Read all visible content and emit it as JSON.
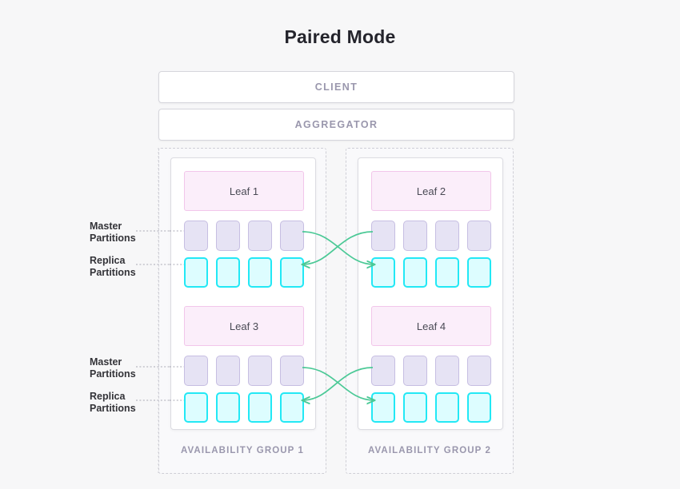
{
  "page": {
    "title": "Paired Mode",
    "background_color": "#f7f7f8"
  },
  "colors": {
    "title_text": "#24242c",
    "bar_text": "#9a97ad",
    "bar_fill": "#ffffff",
    "bar_border": "#d6d6dc",
    "group_border": "#cfcfd6",
    "group_label_text": "#9a97ad",
    "panel_fill": "#ffffff",
    "panel_border": "#dcdce2",
    "leaf_fill": "#fbeefa",
    "leaf_border": "#f2c6ea",
    "leaf_text": "#4a4a55",
    "master_fill": "#e6e3f4",
    "master_border": "#c6bee2",
    "replica_fill": "#ddfdff",
    "replica_border": "#22e8f5",
    "arrow": "#4bc996",
    "leader_line": "#a9a9b4",
    "annotation_text": "#333338"
  },
  "top_bars": [
    {
      "id": "client",
      "label": "CLIENT"
    },
    {
      "id": "aggregator",
      "label": "AGGREGATOR"
    }
  ],
  "annotations": [
    {
      "id": "master-top",
      "line1": "Master",
      "line2": "Partitions"
    },
    {
      "id": "replica-top",
      "line1": "Replica",
      "line2": "Partitions"
    },
    {
      "id": "master-bot",
      "line1": "Master",
      "line2": "Partitions"
    },
    {
      "id": "replica-bot",
      "line1": "Replica",
      "line2": "Partitions"
    }
  ],
  "availability_groups": [
    {
      "id": "ag1",
      "label": "AVAILABILITY GROUP 1",
      "leaves": [
        {
          "id": "leaf1",
          "label": "Leaf 1",
          "master_partitions": 4,
          "replica_partitions": 4
        },
        {
          "id": "leaf3",
          "label": "Leaf 3",
          "master_partitions": 4,
          "replica_partitions": 4
        }
      ]
    },
    {
      "id": "ag2",
      "label": "AVAILABILITY GROUP 2",
      "leaves": [
        {
          "id": "leaf2",
          "label": "Leaf 2",
          "master_partitions": 4,
          "replica_partitions": 4
        },
        {
          "id": "leaf4",
          "label": "Leaf 4",
          "master_partitions": 4,
          "replica_partitions": 4
        }
      ]
    }
  ],
  "replication_links": [
    {
      "id": "link-leaf1-master-to-leaf2-replica",
      "from": "Leaf 1 master",
      "to": "Leaf 2 replica"
    },
    {
      "id": "link-leaf2-master-to-leaf1-replica",
      "from": "Leaf 2 master",
      "to": "Leaf 1 replica"
    },
    {
      "id": "link-leaf3-master-to-leaf4-replica",
      "from": "Leaf 3 master",
      "to": "Leaf 4 replica"
    },
    {
      "id": "link-leaf4-master-to-leaf3-replica",
      "from": "Leaf 4 master",
      "to": "Leaf 3 replica"
    }
  ]
}
